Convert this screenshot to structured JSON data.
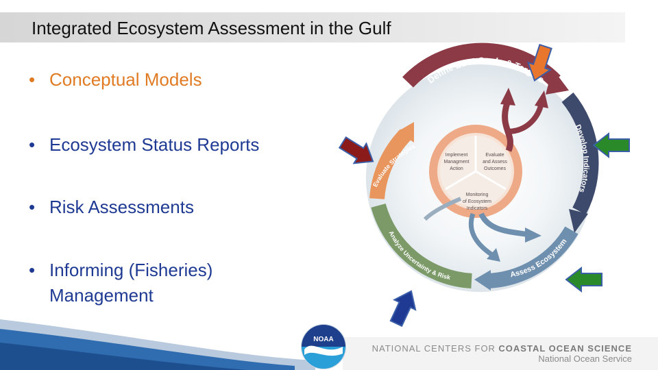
{
  "slide": {
    "title": "Integrated Ecosystem Assessment in the Gulf",
    "bullets": [
      {
        "text": "Conceptual Models",
        "color": "#e07b24"
      },
      {
        "text": "Ecosystem Status Reports",
        "color": "#1f3a93"
      },
      {
        "text": "Risk Assessments",
        "color": "#1f3a93"
      },
      {
        "text": "Informing (Fisheries)",
        "text2": "Management",
        "color": "#1f3a93"
      }
    ]
  },
  "cycle": {
    "outer_segments": [
      {
        "label": "Define EBM Goals & Targets",
        "color": "#8b3a46"
      },
      {
        "label": "Develop Indicators",
        "color": "#3e4a6b"
      },
      {
        "label": "Assess Ecosystem",
        "color": "#6f8faf"
      },
      {
        "label": "Analyze Uncertainty & Risk",
        "color": "#7b9a68"
      },
      {
        "label": "Evaluate Strategies",
        "color": "#e8965e"
      }
    ],
    "inner_sectors": [
      {
        "line1": "Implement",
        "line2": "Managment",
        "line3": "Action"
      },
      {
        "line1": "Evaluate",
        "line2": "and Assess",
        "line3": "Outcomes"
      },
      {
        "line1": "Monitoring",
        "line2": "of Ecosystem",
        "line3": "Indicators"
      }
    ]
  },
  "pointer_arrows": [
    {
      "icon": "orange-arrow-icon",
      "color": "#e8762c"
    },
    {
      "icon": "green-arrow-icon",
      "color": "#2a8a2a"
    },
    {
      "icon": "maroon-arrow-icon",
      "color": "#8b1a1a"
    },
    {
      "icon": "green-arrow-icon",
      "color": "#2a8a2a"
    },
    {
      "icon": "blue-arrow-icon",
      "color": "#1f3a93"
    }
  ],
  "footer": {
    "logo_text": "NOAA",
    "org_line1_light": "NATIONAL CENTERS FOR",
    "org_line1_bold": "COASTAL OCEAN SCIENCE",
    "org_line2": "National Ocean Service"
  }
}
